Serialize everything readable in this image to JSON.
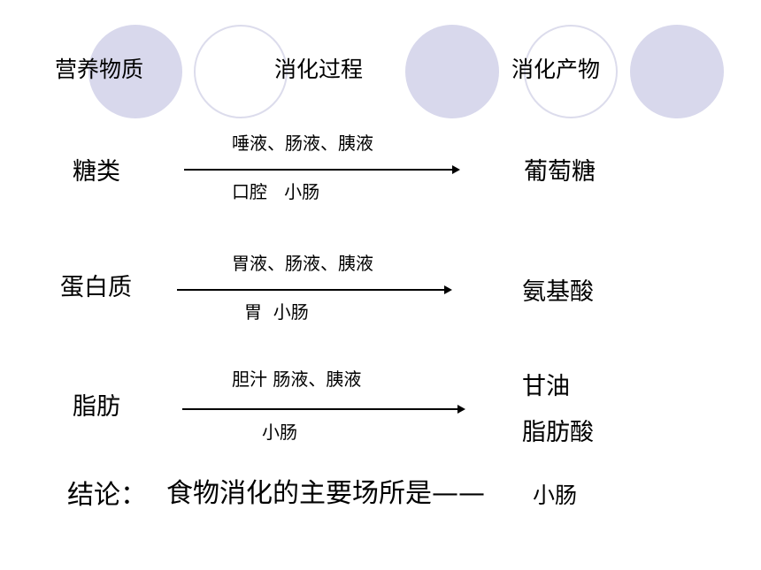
{
  "header": {
    "col_nutrient": "营养物质",
    "col_process": "消化过程",
    "col_product": "消化产物"
  },
  "rows": [
    {
      "nutrient": "糖类",
      "juices": "唾液、肠液、胰液",
      "sites": "口腔   小肠",
      "products": [
        "葡萄糖"
      ]
    },
    {
      "nutrient": "蛋白质",
      "juices": "胃液、肠液、胰液",
      "sites": "胃  小肠",
      "products": [
        "氨基酸"
      ]
    },
    {
      "nutrient": "脂肪",
      "juices": "胆汁 肠液、胰液",
      "sites": "小肠",
      "products": [
        "甘油",
        "脂肪酸"
      ]
    }
  ],
  "conclusion": {
    "label": "结论：",
    "text": "食物消化的主要场所是——",
    "answer": "小肠"
  },
  "colors": {
    "circle_fill": "#d8d8ec",
    "circle_ring": "#dcdcec"
  }
}
